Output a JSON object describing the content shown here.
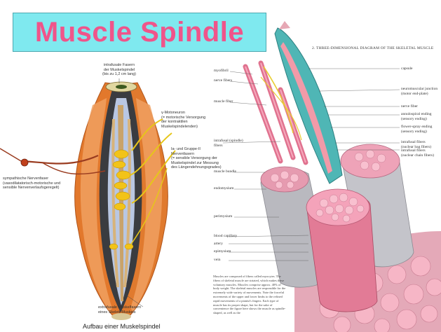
{
  "slide": {
    "title": "Muscle Spindle"
  },
  "left_figure": {
    "label_top": "intrafusale Fasern\nder Muskelspindel\n(bis zu 1,2 cm lang)",
    "label_gamma": "γ-Motoneuron\n(= motorische Versorgung\nder kontraktilen\nMuskelspindelenden)",
    "label_group": "Ia- und Gruppe-II\nNervenfasern\n(= sensible Versorgung der\nMuskelspindel zur Messung\ndes Längendehnungsgrades)",
    "label_sympathetic": "sympathische Nervenfaser\n(vasodilatatorisch-motorische und\nsensible Nervenverlaufsgeregelt)",
    "label_bottom": "extrafusale Muskelfasern\neines Skelett-Muskels",
    "caption": "Aufbau einer Muskelspindel"
  },
  "right_figure": {
    "header": "2. THREE-DIMENSIONAL DIAGRAM OF THE SKELETAL MUSCLE",
    "left_labels": [
      "myofibril",
      "nerve fibers",
      "muscle fiber",
      "intrafusal (spindle) fibers",
      "muscle bundle",
      "endomysium",
      "perimysium",
      "blood capillary",
      "artery",
      "epimysium",
      "vein"
    ],
    "right_labels": [
      "capsule",
      "neuromuscular junction\n(motor end-plate)",
      "nerve fiber",
      "annulospiral ending\n(sensory ending)",
      "flower-spray ending\n(sensory ending)",
      "intrafusal fibers\n(nuclear bag fibers)",
      "intrafusal fibers\n(nuclear chain fibers)"
    ],
    "body_text": "Muscles are composed of fibers called myocytes. The fibers of skeletal muscle are striated, which makes these voluntary muscles. Muscles comprise approx. 40% of body weight. The skeletal muscles are responsible for the extremely wide variety of movements. Note the forceful movements of the upper and lower limbs to the refined rapid movements of a pianist's fingers. Each type of muscle has its proper shape, but for the sake of convenience the figure here shows the muscle as spindle-shaped, as well as the"
  },
  "colors": {
    "title_bg": "#7fe9ef",
    "title_text": "#f0548a"
  }
}
